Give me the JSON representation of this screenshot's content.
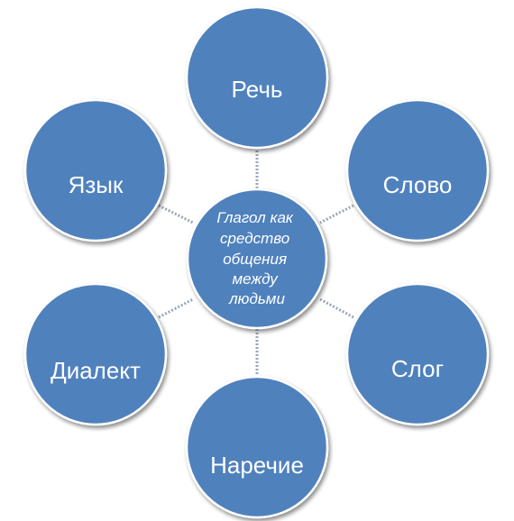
{
  "diagram": {
    "center": {
      "lines": [
        "Глагол как",
        "средство",
        "общения",
        "между",
        "людьми"
      ]
    },
    "nodes": [
      {
        "label": "Речь"
      },
      {
        "label": "Слово"
      },
      {
        "label": "Слог"
      },
      {
        "label": "Наречие"
      },
      {
        "label": "Диалект"
      },
      {
        "label": "Язык"
      }
    ],
    "colors": {
      "node_fill": "#4f81bd",
      "node_outline": "#ffffff",
      "connector": "#9aa6b5",
      "text": "#ffffff"
    }
  }
}
